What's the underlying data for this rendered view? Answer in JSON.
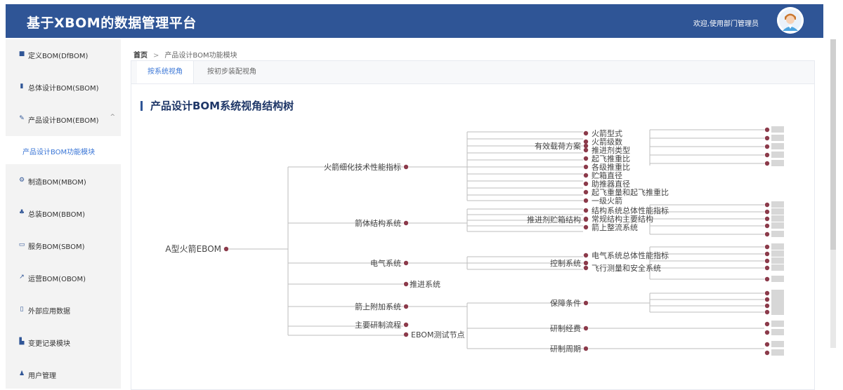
{
  "header": {
    "title": "基于XBOM的数据管理平台",
    "welcome": "欢迎,使用部门管理员"
  },
  "sidebar": {
    "items": [
      {
        "icon": "■",
        "label": "定义BOM(DfBOM)"
      },
      {
        "icon": "▮",
        "label": "总体设计BOM(SBOM)"
      },
      {
        "icon": "✎",
        "label": "产品设计BOM(EBOM)",
        "caret": "^"
      },
      {
        "icon": "⚙",
        "label": "制造BOM(MBOM)"
      },
      {
        "icon": "♣",
        "label": "总装BOM(BBOM)"
      },
      {
        "icon": "▭",
        "label": "服务BOM(SBOM)"
      },
      {
        "icon": "↗",
        "label": "运营BOM(OBOM)"
      },
      {
        "icon": "▯",
        "label": "外部应用数据"
      },
      {
        "icon": "▙",
        "label": "变更记录模块"
      },
      {
        "icon": "♟",
        "label": "用户管理"
      }
    ],
    "sub_item": "产品设计BOM功能模块"
  },
  "breadcrumb": {
    "home": "首页",
    "separator": ">",
    "current": "产品设计BOM功能模块"
  },
  "tabs": [
    {
      "label": "按系统视角",
      "active": true
    },
    {
      "label": "按初步装配视角",
      "active": false
    }
  ],
  "page_title": "产品设计BOM系统视角结构树",
  "tree": {
    "root": "A型火箭EBOM",
    "level1": [
      "火箭细化技术性能指标",
      "箭体结构系统",
      "电气系统",
      "推进系统",
      "箭上附加系统",
      "主要研制流程",
      "EBOM测试节点"
    ],
    "level2": [
      "有效载荷方案",
      "推进剂贮箱结构",
      "控制系统",
      "保障条件",
      "研制经费",
      "研制周期"
    ],
    "level3_payload": [
      "火箭型式",
      "火箭级数",
      "推进剂类型",
      "起飞推重比",
      "各级推重比",
      "贮箱直径",
      "助推器直径",
      "起飞重量和起飞推重比",
      "一级火箭"
    ],
    "level3_tank": [
      "结构系统总体性能指标",
      "常规结构主要结构",
      "箭上整流系统"
    ],
    "level3_control": [
      "电气系统总体性能指标",
      "飞行测量和安全系统"
    ]
  },
  "colors": {
    "header_bg": "#2f5596",
    "accent": "#3a76d6",
    "node_dot": "#8b3a4a",
    "line": "#bdbdbd"
  }
}
